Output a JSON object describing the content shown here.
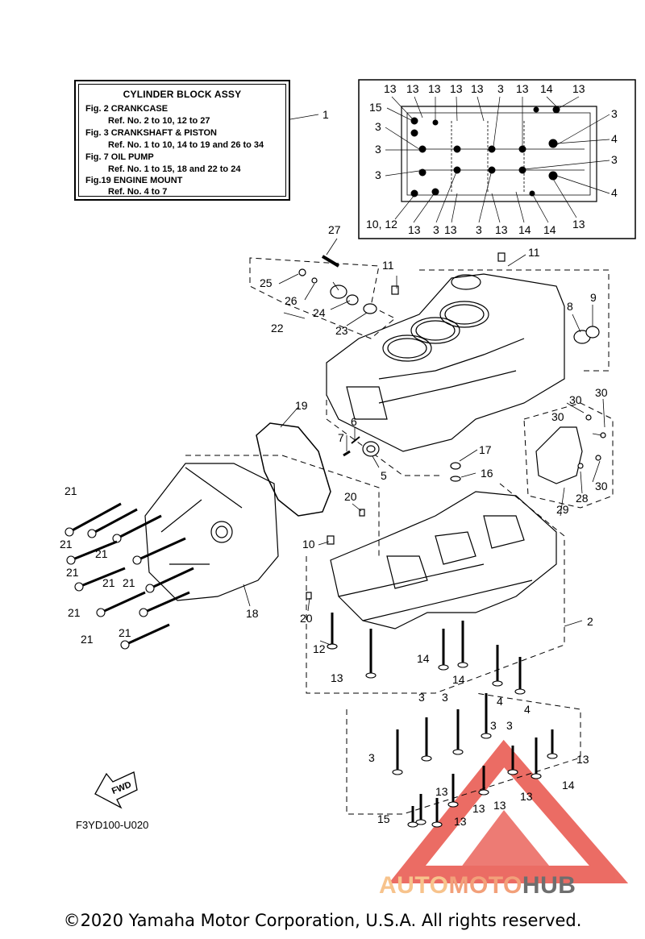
{
  "legend": {
    "title": "CYLINDER BLOCK ASSY",
    "lines": [
      {
        "text": "Fig.  2 CRANKCASE",
        "sub": false
      },
      {
        "text": "Ref. No. 2 to 10, 12  to 27",
        "sub": true
      },
      {
        "text": "Fig.  3 CRANKSHAFT & PISTON",
        "sub": false
      },
      {
        "text": "Ref. No. 1 to 10, 14 to 19 and 26 to 34",
        "sub": true
      },
      {
        "text": "Fig. 7 OIL PUMP",
        "sub": false
      },
      {
        "text": "Ref. No. 1 to 15, 18 and 22 to 24",
        "sub": true
      },
      {
        "text": "Fig.19 ENGINE MOUNT",
        "sub": false
      },
      {
        "text": "Ref. No. 4 to 7",
        "sub": true
      }
    ]
  },
  "figure_code": "F3YD100-U020",
  "fwd_label": "FWD",
  "copyright": "©2020 Yamaha Motor Corporation, U.S.A. All rights reserved.",
  "watermark": {
    "part1": "AUTO",
    "part2": "MOTO",
    "part3": "HUB"
  },
  "colors": {
    "line": "#000000",
    "watermark_red": "#e8534a",
    "watermark_grey": "#6e6e6e"
  },
  "callouts": [
    {
      "id": "c1",
      "label": "1"
    },
    {
      "id": "c2",
      "label": "2"
    },
    {
      "id": "c3a",
      "label": "3"
    },
    {
      "id": "c3b",
      "label": "3"
    },
    {
      "id": "c3c",
      "label": "3"
    },
    {
      "id": "c3d",
      "label": "3"
    },
    {
      "id": "c4a",
      "label": "4"
    },
    {
      "id": "c4b",
      "label": "4"
    },
    {
      "id": "c5",
      "label": "5"
    },
    {
      "id": "c6",
      "label": "6"
    },
    {
      "id": "c7",
      "label": "7"
    },
    {
      "id": "c8",
      "label": "8"
    },
    {
      "id": "c9",
      "label": "9"
    },
    {
      "id": "c10",
      "label": "10"
    },
    {
      "id": "c11a",
      "label": "11"
    },
    {
      "id": "c11b",
      "label": "11"
    },
    {
      "id": "c12",
      "label": "12"
    },
    {
      "id": "c13a",
      "label": "13"
    },
    {
      "id": "c13b",
      "label": "13"
    },
    {
      "id": "c13c",
      "label": "13"
    },
    {
      "id": "c13d",
      "label": "13"
    },
    {
      "id": "c13e",
      "label": "13"
    },
    {
      "id": "c13f",
      "label": "13"
    },
    {
      "id": "c14a",
      "label": "14"
    },
    {
      "id": "c14b",
      "label": "14"
    },
    {
      "id": "c14c",
      "label": "14"
    },
    {
      "id": "c15",
      "label": "15"
    },
    {
      "id": "c16",
      "label": "16"
    },
    {
      "id": "c17",
      "label": "17"
    },
    {
      "id": "c18",
      "label": "18"
    },
    {
      "id": "c19",
      "label": "19"
    },
    {
      "id": "c20a",
      "label": "20"
    },
    {
      "id": "c20b",
      "label": "20"
    },
    {
      "id": "c21a",
      "label": "21"
    },
    {
      "id": "c21b",
      "label": "21"
    },
    {
      "id": "c21c",
      "label": "21"
    },
    {
      "id": "c21d",
      "label": "21"
    },
    {
      "id": "c21e",
      "label": "21"
    },
    {
      "id": "c21f",
      "label": "21"
    },
    {
      "id": "c21g",
      "label": "21"
    },
    {
      "id": "c21h",
      "label": "21"
    },
    {
      "id": "c21i",
      "label": "21"
    },
    {
      "id": "c22",
      "label": "22"
    },
    {
      "id": "c23",
      "label": "23"
    },
    {
      "id": "c24",
      "label": "24"
    },
    {
      "id": "c25",
      "label": "25"
    },
    {
      "id": "c26",
      "label": "26"
    },
    {
      "id": "c27",
      "label": "27"
    },
    {
      "id": "c28",
      "label": "28"
    },
    {
      "id": "c29",
      "label": "29"
    },
    {
      "id": "c30a",
      "label": "30"
    },
    {
      "id": "c30b",
      "label": "30"
    },
    {
      "id": "c30c",
      "label": "30"
    },
    {
      "id": "c30d",
      "label": "30"
    },
    {
      "id": "c3e",
      "label": "3"
    },
    {
      "id": "c3f",
      "label": "3"
    },
    {
      "id": "c3g",
      "label": "3"
    },
    {
      "id": "c3h",
      "label": "3"
    },
    {
      "id": "c13g",
      "label": "13"
    },
    {
      "id": "c13h",
      "label": "13"
    },
    {
      "id": "c13i",
      "label": "13"
    },
    {
      "id": "c14d",
      "label": "14"
    },
    {
      "id": "c13j",
      "label": "13"
    },
    {
      "id": "c13k",
      "label": "13"
    },
    {
      "id": "c13l",
      "label": "13"
    },
    {
      "id": "c15b",
      "label": "15"
    }
  ],
  "inset_callouts": [
    {
      "id": "i13a",
      "label": "13"
    },
    {
      "id": "i13b",
      "label": "13"
    },
    {
      "id": "i13c",
      "label": "13"
    },
    {
      "id": "i13d",
      "label": "13"
    },
    {
      "id": "i13e",
      "label": "13"
    },
    {
      "id": "i3a",
      "label": "3"
    },
    {
      "id": "i13f",
      "label": "13"
    },
    {
      "id": "i14a",
      "label": "14"
    },
    {
      "id": "i13g",
      "label": "13"
    },
    {
      "id": "i15",
      "label": "15"
    },
    {
      "id": "i3b",
      "label": "3"
    },
    {
      "id": "i3c",
      "label": "3"
    },
    {
      "id": "i3d",
      "label": "3"
    },
    {
      "id": "i3e",
      "label": "3"
    },
    {
      "id": "i4a",
      "label": "4"
    },
    {
      "id": "i3f",
      "label": "3"
    },
    {
      "id": "i4b",
      "label": "4"
    },
    {
      "id": "i1012",
      "label": "10, 12"
    },
    {
      "id": "i13h",
      "label": "13"
    },
    {
      "id": "i3g",
      "label": "3"
    },
    {
      "id": "i13i",
      "label": "13"
    },
    {
      "id": "i3h",
      "label": "3"
    },
    {
      "id": "i13j",
      "label": "13"
    },
    {
      "id": "i14b",
      "label": "14"
    },
    {
      "id": "i14c",
      "label": "14"
    },
    {
      "id": "i13k",
      "label": "13"
    }
  ]
}
